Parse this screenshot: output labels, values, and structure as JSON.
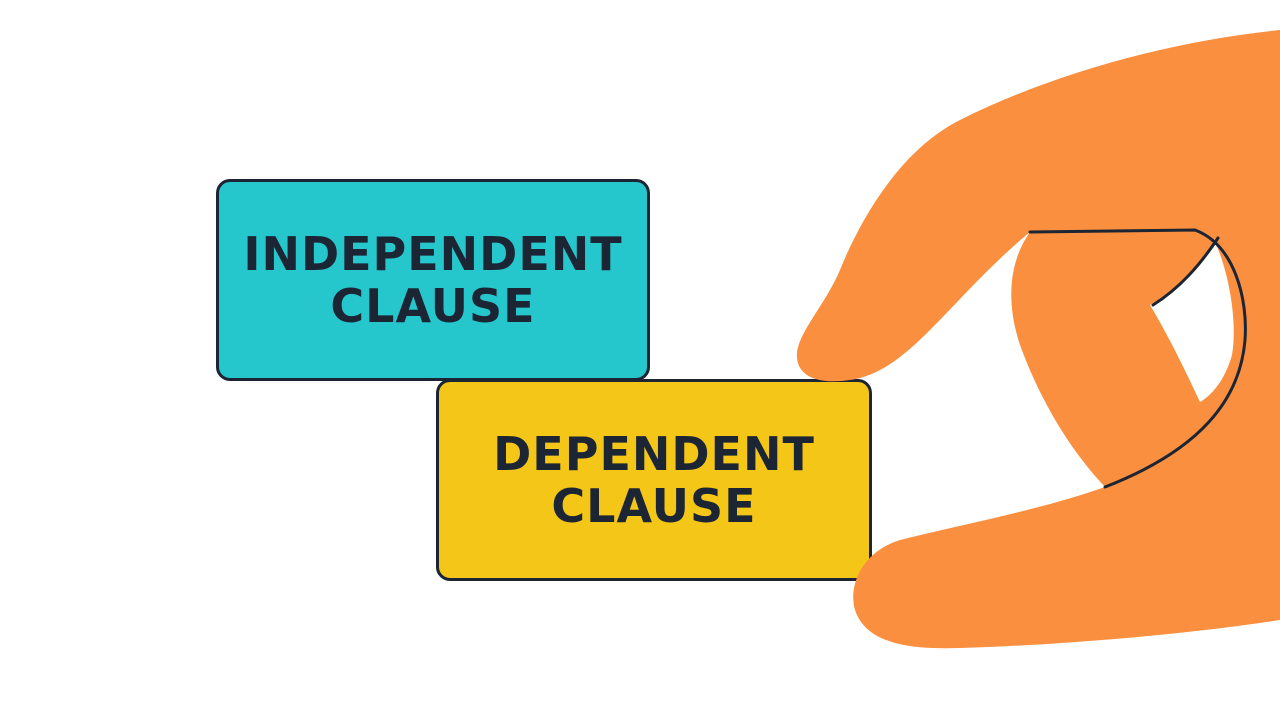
{
  "colors": {
    "background": "#ffffff",
    "independent_fill": "#25c6cc",
    "dependent_fill": "#f3c617",
    "hand_fill": "#f98f3f",
    "outline": "#1c2533"
  },
  "cards": {
    "independent": {
      "line1": "INDEPENDENT",
      "line2": "CLAUSE"
    },
    "dependent": {
      "line1": "DEPENDENT",
      "line2": "CLAUSE"
    }
  },
  "icons": {
    "hand": "pinching-hand-icon"
  }
}
